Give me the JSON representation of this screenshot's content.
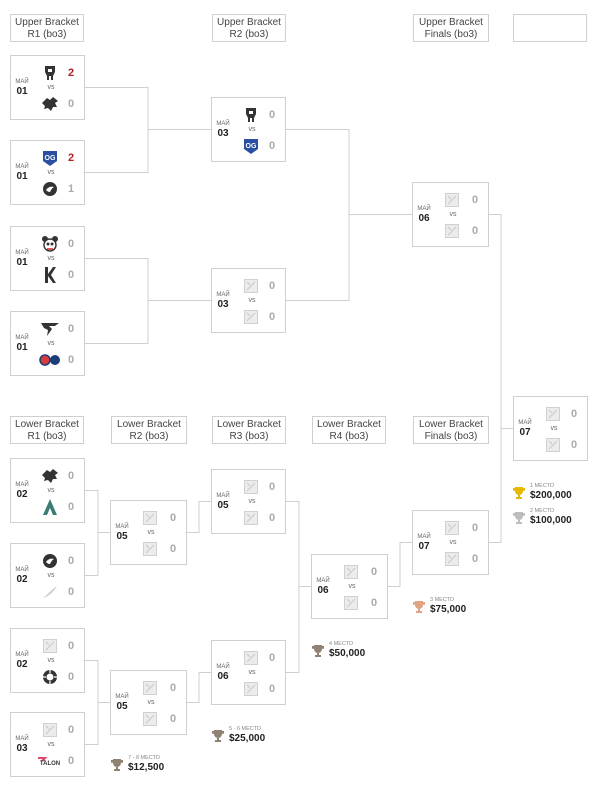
{
  "headers": {
    "ub_r1": [
      "Upper Bracket",
      "R1 (bo3)"
    ],
    "ub_r2": [
      "Upper Bracket",
      "R2 (bo3)"
    ],
    "ub_f": [
      "Upper Bracket",
      "Finals (bo3)"
    ],
    "lb_r1": [
      "Lower Bracket",
      "R1 (bo3)"
    ],
    "lb_r2": [
      "Lower Bracket",
      "R2 (bo3)"
    ],
    "lb_r3": [
      "Lower Bracket",
      "R3 (bo3)"
    ],
    "lb_r4": [
      "Lower Bracket",
      "R4 (bo3)"
    ],
    "lb_f": [
      "Lower Bracket",
      "Finals (bo3)"
    ]
  },
  "vs_label": "vs",
  "matches": {
    "ub1": {
      "month": "МАЙ",
      "day": "01",
      "team1": "gladiators-logo-icon",
      "team2": "tundra-logo-icon",
      "score1": "2",
      "score2": "0",
      "winner": 1
    },
    "ub2": {
      "month": "МАЙ",
      "day": "01",
      "team1": "og-logo-icon",
      "team2": "liquid-logo-icon",
      "score1": "2",
      "score2": "1",
      "winner": 1
    },
    "ub3": {
      "month": "МАЙ",
      "day": "01",
      "team1": "panda-logo-icon",
      "team2": "shopify-rebellion-logo-icon",
      "score1": "0",
      "score2": "0",
      "winner": 0
    },
    "ub4": {
      "month": "МАЙ",
      "day": "01",
      "team1": "tundra-esports-logo-icon",
      "team2": "psg-lgd-logo-icon",
      "score1": "0",
      "score2": "0",
      "winner": 0
    },
    "ub5": {
      "month": "МАЙ",
      "day": "03",
      "team1": "gladiators-logo-icon",
      "team2": "og-logo-icon",
      "score1": "0",
      "score2": "0",
      "winner": 0
    },
    "ub6": {
      "month": "МАЙ",
      "day": "03",
      "team1": "tbd-icon",
      "team2": "tbd-icon",
      "score1": "0",
      "score2": "0",
      "winner": 0
    },
    "ub7": {
      "month": "МАЙ",
      "day": "06",
      "team1": "tbd-icon",
      "team2": "tbd-icon",
      "score1": "0",
      "score2": "0",
      "winner": 0
    },
    "gf": {
      "month": "МАЙ",
      "day": "07",
      "team1": "tbd-icon",
      "team2": "tbd-icon",
      "score1": "0",
      "score2": "0",
      "winner": 0
    },
    "lb1": {
      "month": "МАЙ",
      "day": "02",
      "team1": "tundra-logo-icon",
      "team2": "alliance-logo-icon",
      "score1": "0",
      "score2": "0",
      "winner": 0
    },
    "lb2": {
      "month": "МАЙ",
      "day": "02",
      "team1": "liquid-logo-icon",
      "team2": "wings-logo-icon",
      "score1": "0",
      "score2": "0",
      "winner": 0
    },
    "lb3": {
      "month": "МАЙ",
      "day": "02",
      "team1": "tbd-icon",
      "team2": "eg-logo-icon",
      "score1": "0",
      "score2": "0",
      "winner": 0
    },
    "lb4": {
      "month": "МАЙ",
      "day": "03",
      "team1": "tbd-icon",
      "team2": "talon-logo-icon",
      "score1": "0",
      "score2": "0",
      "winner": 0
    },
    "lb5": {
      "month": "МАЙ",
      "day": "05",
      "team1": "tbd-icon",
      "team2": "tbd-icon",
      "score1": "0",
      "score2": "0",
      "winner": 0
    },
    "lb6": {
      "month": "МАЙ",
      "day": "05",
      "team1": "tbd-icon",
      "team2": "tbd-icon",
      "score1": "0",
      "score2": "0",
      "winner": 0
    },
    "lb7": {
      "month": "МАЙ",
      "day": "05",
      "team1": "tbd-icon",
      "team2": "tbd-icon",
      "score1": "0",
      "score2": "0",
      "winner": 0
    },
    "lb8": {
      "month": "МАЙ",
      "day": "06",
      "team1": "tbd-icon",
      "team2": "tbd-icon",
      "score1": "0",
      "score2": "0",
      "winner": 0
    },
    "lb9": {
      "month": "МАЙ",
      "day": "06",
      "team1": "tbd-icon",
      "team2": "tbd-icon",
      "score1": "0",
      "score2": "0",
      "winner": 0
    },
    "lb10": {
      "month": "МАЙ",
      "day": "07",
      "team1": "tbd-icon",
      "team2": "tbd-icon",
      "score1": "0",
      "score2": "0",
      "winner": 0
    }
  },
  "prizes": {
    "first": {
      "place": "1 МЕСТО",
      "amount": "$200,000",
      "cup_color": "#e6b800"
    },
    "second": {
      "place": "2 МЕСТО",
      "amount": "$100,000",
      "cup_color": "#bdbdbd"
    },
    "third": {
      "place": "3 МЕСТО",
      "amount": "$75,000",
      "cup_color": "#e0a383"
    },
    "fourth": {
      "place": "4 МЕСТО",
      "amount": "$50,000",
      "cup_color": "#8f8272"
    },
    "fifth": {
      "place": "5 - 6 МЕСТО",
      "amount": "$25,000",
      "cup_color": "#8f8272"
    },
    "seventh": {
      "place": "7 - 8 МЕСТО",
      "amount": "$12,500",
      "cup_color": "#8f8272"
    }
  },
  "colors": {
    "win": "#b22222",
    "score": "#aaaaaa",
    "line": "#cfcfcf"
  }
}
